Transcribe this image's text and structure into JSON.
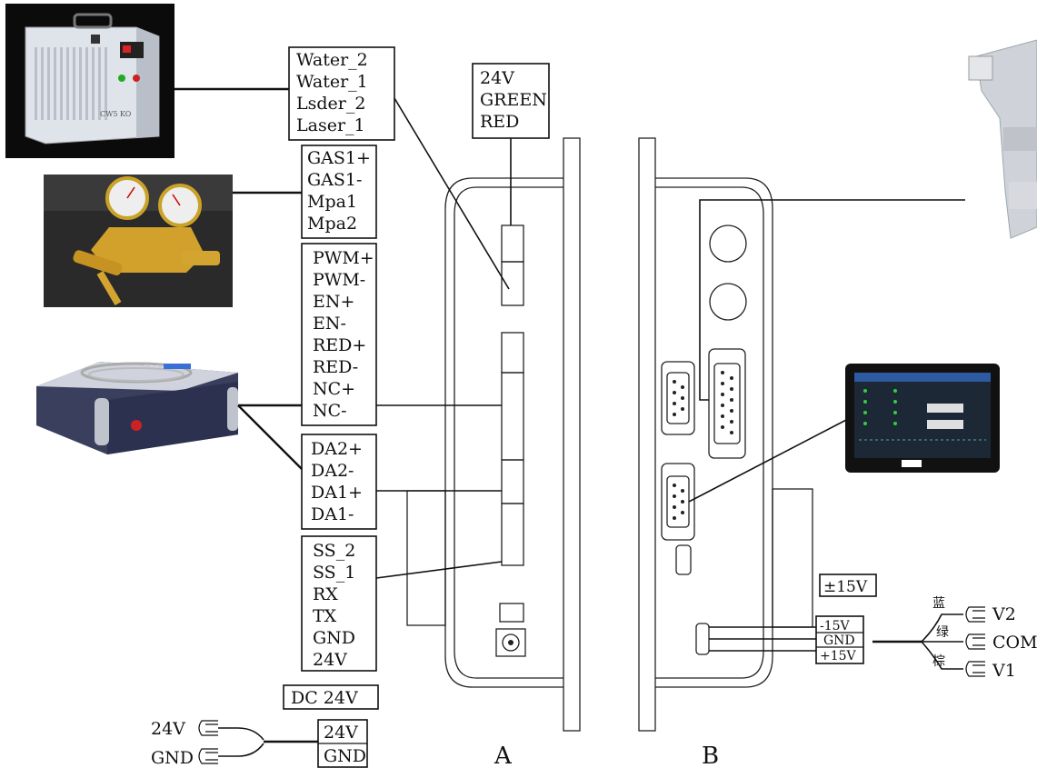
{
  "groups": {
    "chiller": [
      "Water_2",
      "Water_1",
      "Lsder_2",
      "Laser_1"
    ],
    "gas": [
      "GAS1+",
      "GAS1-",
      "Mpa1",
      "Mpa2"
    ],
    "laser_ctrl": [
      "PWM+",
      "PWM-",
      "EN+",
      "EN-",
      "RED+",
      "RED-",
      "NC+",
      "NC-"
    ],
    "analog": [
      "DA2+",
      "DA2-",
      "DA1+",
      "DA1-"
    ],
    "serial": [
      "SS_2",
      "SS_1",
      "RX",
      "TX",
      "GND",
      "24V"
    ],
    "lamp": [
      "24V",
      "GREEN",
      "RED"
    ]
  },
  "dc_label": "DC 24V",
  "power_box": [
    "24V",
    "GND"
  ],
  "power_inputs": [
    "24V",
    "GND"
  ],
  "pm15_label": "±15V",
  "pm15_pins": [
    "-15V",
    "GND",
    "+15V"
  ],
  "cable_colors": [
    "蓝",
    "绿",
    "棕"
  ],
  "outputs": [
    "V2",
    "COM",
    "V1"
  ],
  "views": [
    "A",
    "B"
  ],
  "chiller_text": "CW5 KO"
}
